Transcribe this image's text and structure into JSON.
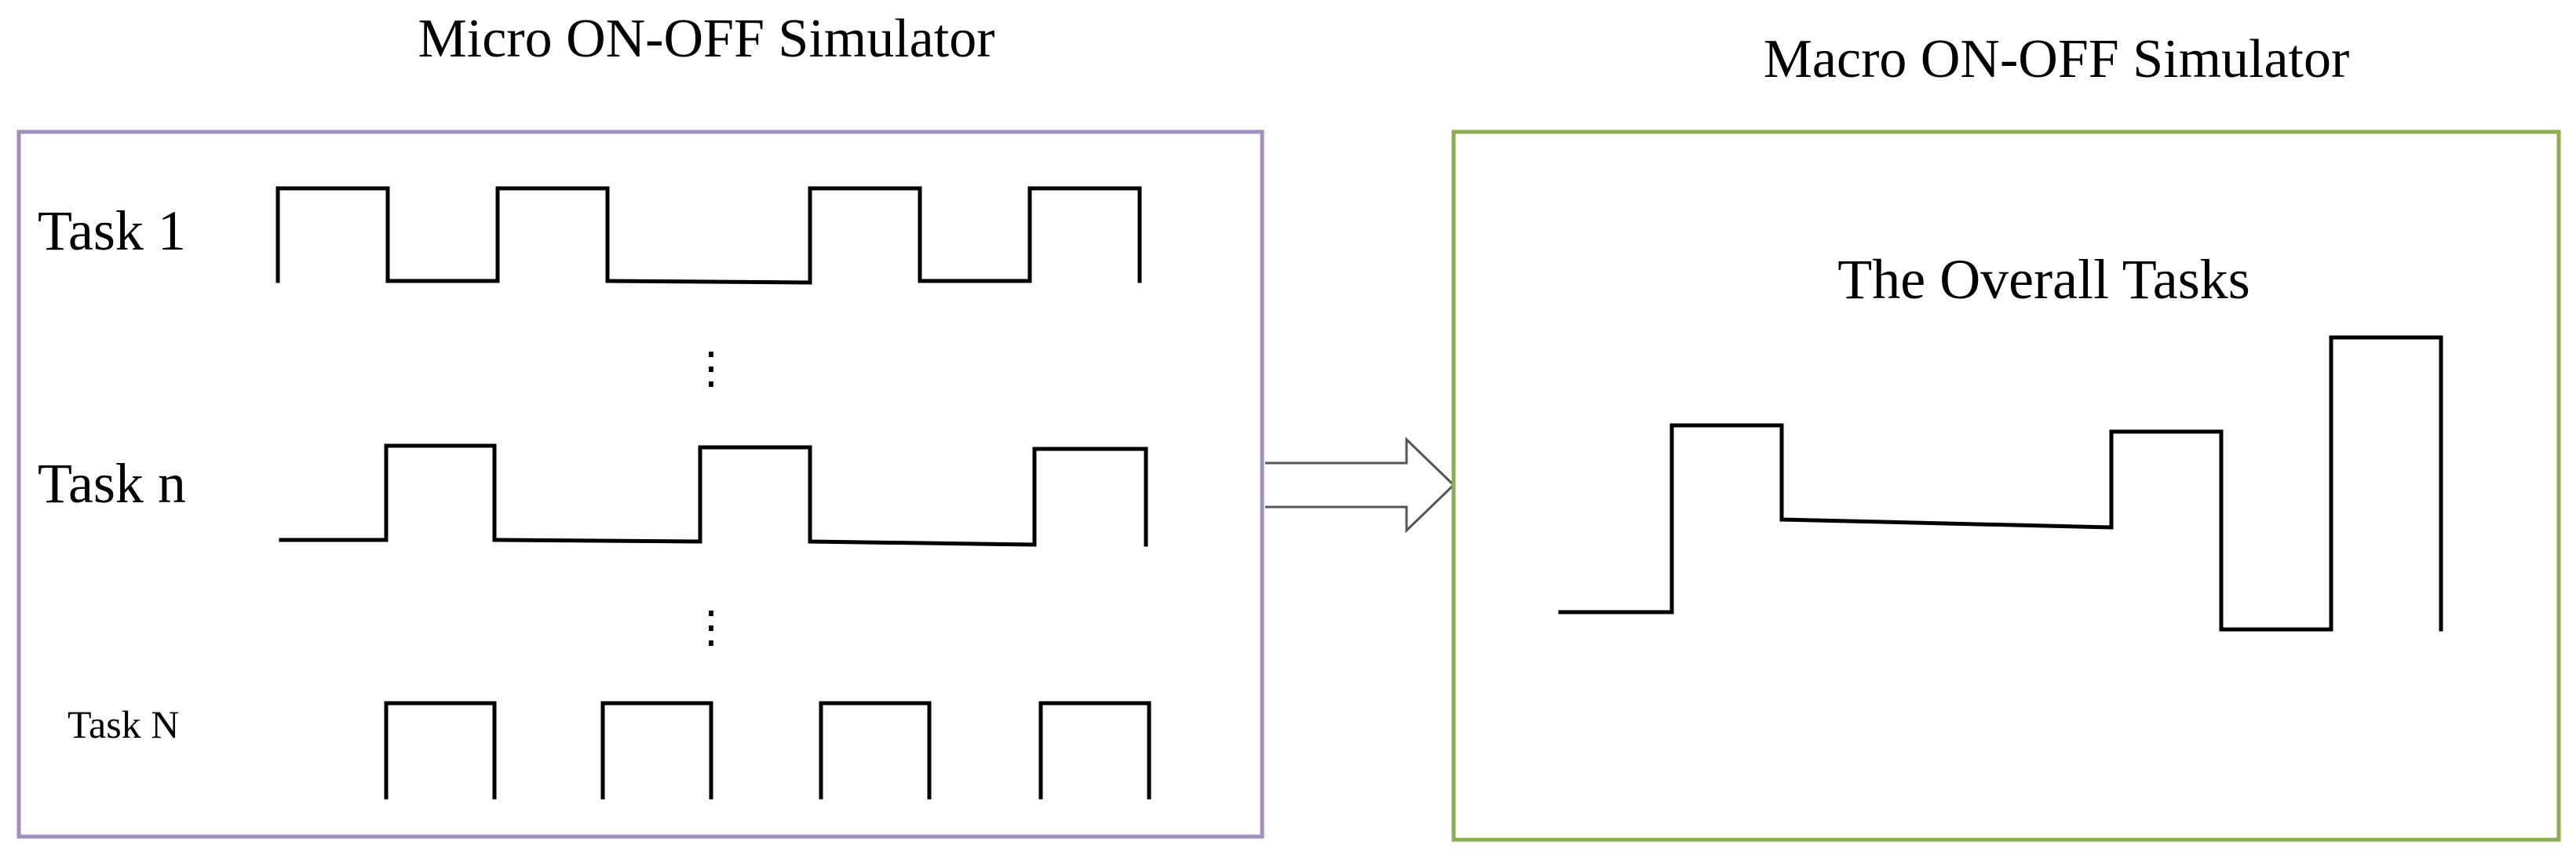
{
  "micro": {
    "title": "Micro ON-OFF Simulator",
    "border_color": "#a18fbd",
    "tasks": [
      {
        "label": "Task 1"
      },
      {
        "label": "Task n"
      },
      {
        "label": "Task N"
      }
    ],
    "ellipsis": [
      "⋮",
      "⋮"
    ]
  },
  "macro": {
    "title": "Macro ON-OFF Simulator",
    "border_color": "#8cb050",
    "overall_label": "The Overall Tasks"
  },
  "arrow": {
    "direction": "right"
  }
}
